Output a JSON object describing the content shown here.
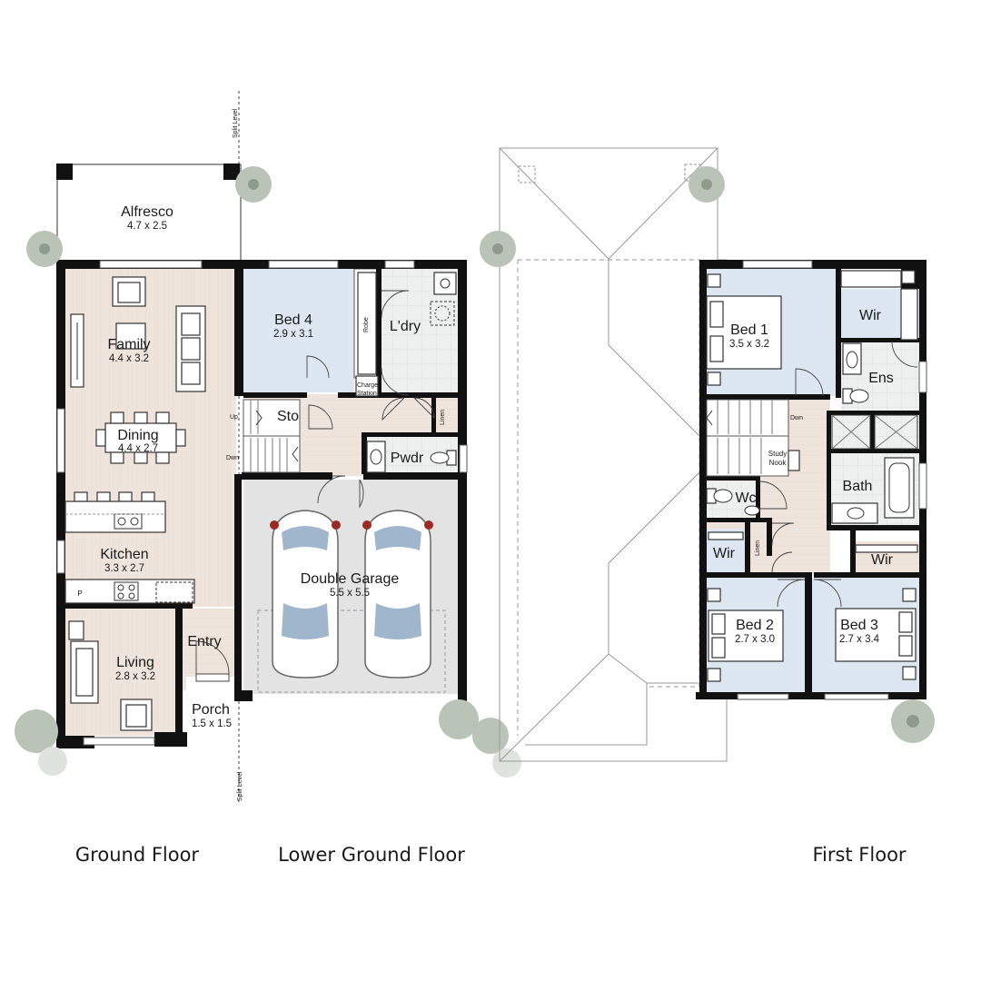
{
  "ground_floor": {
    "title": "Ground Floor",
    "split_level_top": "Split Level",
    "split_level_bottom": "Split Level",
    "rooms": {
      "alfresco": {
        "name": "Alfresco",
        "dims": "4.7 x 2.5"
      },
      "family": {
        "name": "Family",
        "dims": "4.4 x 3.2"
      },
      "dining": {
        "name": "Dining",
        "dims": "4.4 x 2.7"
      },
      "kitchen": {
        "name": "Kitchen",
        "dims": "3.3 x 2.7"
      },
      "living": {
        "name": "Living",
        "dims": "2.8 x 3.2"
      },
      "entry": {
        "name": "Entry"
      },
      "porch": {
        "name": "Porch",
        "dims": "1.5 x 1.5"
      }
    },
    "kitchen_pantry": "P"
  },
  "lower_ground_floor": {
    "title": "Lower Ground Floor",
    "rooms": {
      "bed4": {
        "name": "Bed 4",
        "dims": "2.9 x 3.1"
      },
      "robe": {
        "name": "Robe"
      },
      "laundry": {
        "name": "L'dry"
      },
      "charge_station_line1": "Charge",
      "charge_station_line2": "Station",
      "store": {
        "name": "Sto"
      },
      "linen": {
        "name": "Linen"
      },
      "powder": {
        "name": "Pwdr"
      },
      "garage": {
        "name": "Double Garage",
        "dims": "5.5 x 5.5"
      }
    },
    "stair_up": "Up",
    "stair_down": "Dwn"
  },
  "first_floor": {
    "title": "First Floor",
    "rooms": {
      "bed1": {
        "name": "Bed 1",
        "dims": "3.5 x 3.2"
      },
      "wir_master": {
        "name": "Wir"
      },
      "ensuite": {
        "name": "Ens"
      },
      "study_nook_line1": "Study",
      "study_nook_line2": "Nook",
      "bath": {
        "name": "Bath"
      },
      "wc": {
        "name": "Wc"
      },
      "wir_bed2": {
        "name": "Wir"
      },
      "linen": {
        "name": "Linen"
      },
      "wir_bed3": {
        "name": "Wir"
      },
      "bed2": {
        "name": "Bed 2",
        "dims": "2.7 x 3.0"
      },
      "bed3": {
        "name": "Bed 3",
        "dims": "2.7 x 3.4"
      }
    },
    "stair_down": "Dwn"
  },
  "colors": {
    "wall": "#111111",
    "living_floor": "#efe4dc",
    "bedroom_floor": "#dde7f1",
    "wet_area_floor": "#e9ecee",
    "garage_floor": "#e3e3e3"
  }
}
